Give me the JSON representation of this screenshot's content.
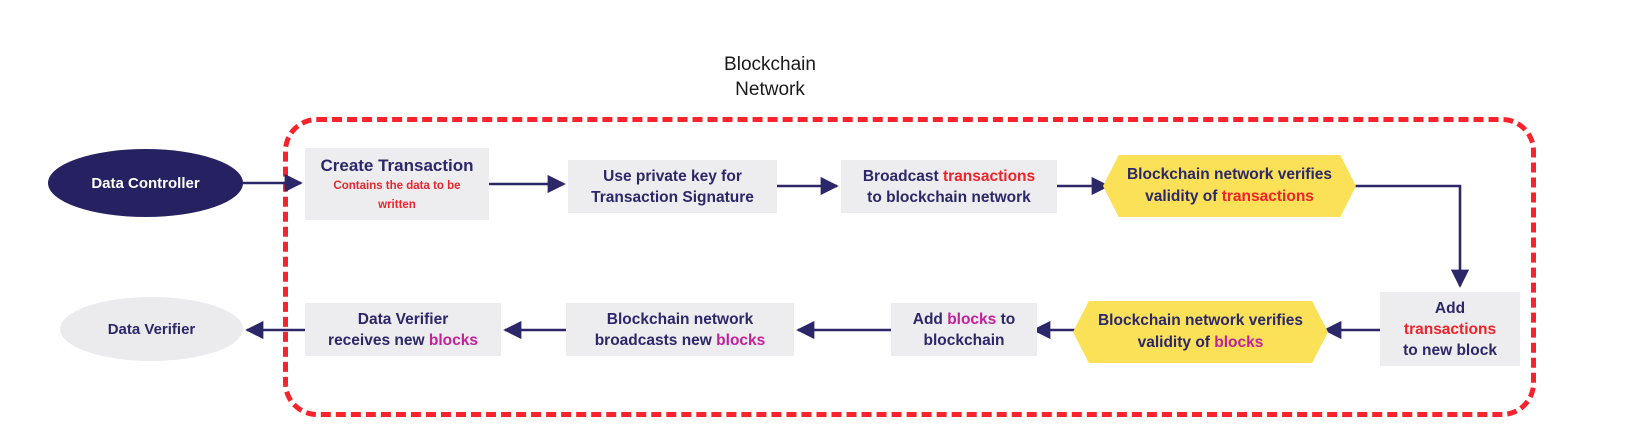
{
  "title": {
    "line1": "Blockchain",
    "line2": "Network"
  },
  "colors": {
    "navy": "#2b2768",
    "navy_fill": "#262261",
    "red": "#f12228",
    "dashed_red": "#f8232c",
    "magenta": "#c3209b",
    "box_gray": "#edecef",
    "ellipse_gray": "#ebebee",
    "hex_yellow": "#fbe158",
    "background": "#ffffff"
  },
  "actors": {
    "controller": "Data Controller",
    "verifier": "Data Verifier"
  },
  "top_row": {
    "create": {
      "title": "Create Transaction",
      "sub_line1": "Contains the data to be",
      "sub_line2": "written"
    },
    "private_key": {
      "line1": "Use private key for",
      "line2": "Transaction Signature"
    },
    "broadcast": {
      "line1_pre": "Broadcast ",
      "line1_hl": "transactions",
      "line2": "to blockchain network"
    },
    "verify_transactions": {
      "line1": "Blockchain network verifies",
      "line2_pre": "validity of ",
      "line2_hl": "transactions"
    }
  },
  "right_column": {
    "add_transactions": {
      "line1": "Add",
      "line2_hl": "transactions",
      "line3": "to new block"
    }
  },
  "bottom_row": {
    "verify_blocks": {
      "line1": "Blockchain network verifies",
      "line2_pre": "validity of ",
      "line2_hl": "blocks"
    },
    "add_blocks": {
      "line1_pre": "Add ",
      "line1_hl": "blocks",
      "line1_post": " to",
      "line2": "blockchain"
    },
    "broadcast_blocks": {
      "line1": "Blockchain network",
      "line2_pre": "broadcasts new ",
      "line2_hl": "blocks"
    },
    "verifier_receives": {
      "line1": "Data Verifier",
      "line2_pre": "receives new ",
      "line2_hl": "blocks"
    }
  },
  "icons": {
    "arrow": "arrow-right-icon",
    "elbow": "elbow-connector-icon",
    "boundary": "dashed-boundary-icon"
  }
}
